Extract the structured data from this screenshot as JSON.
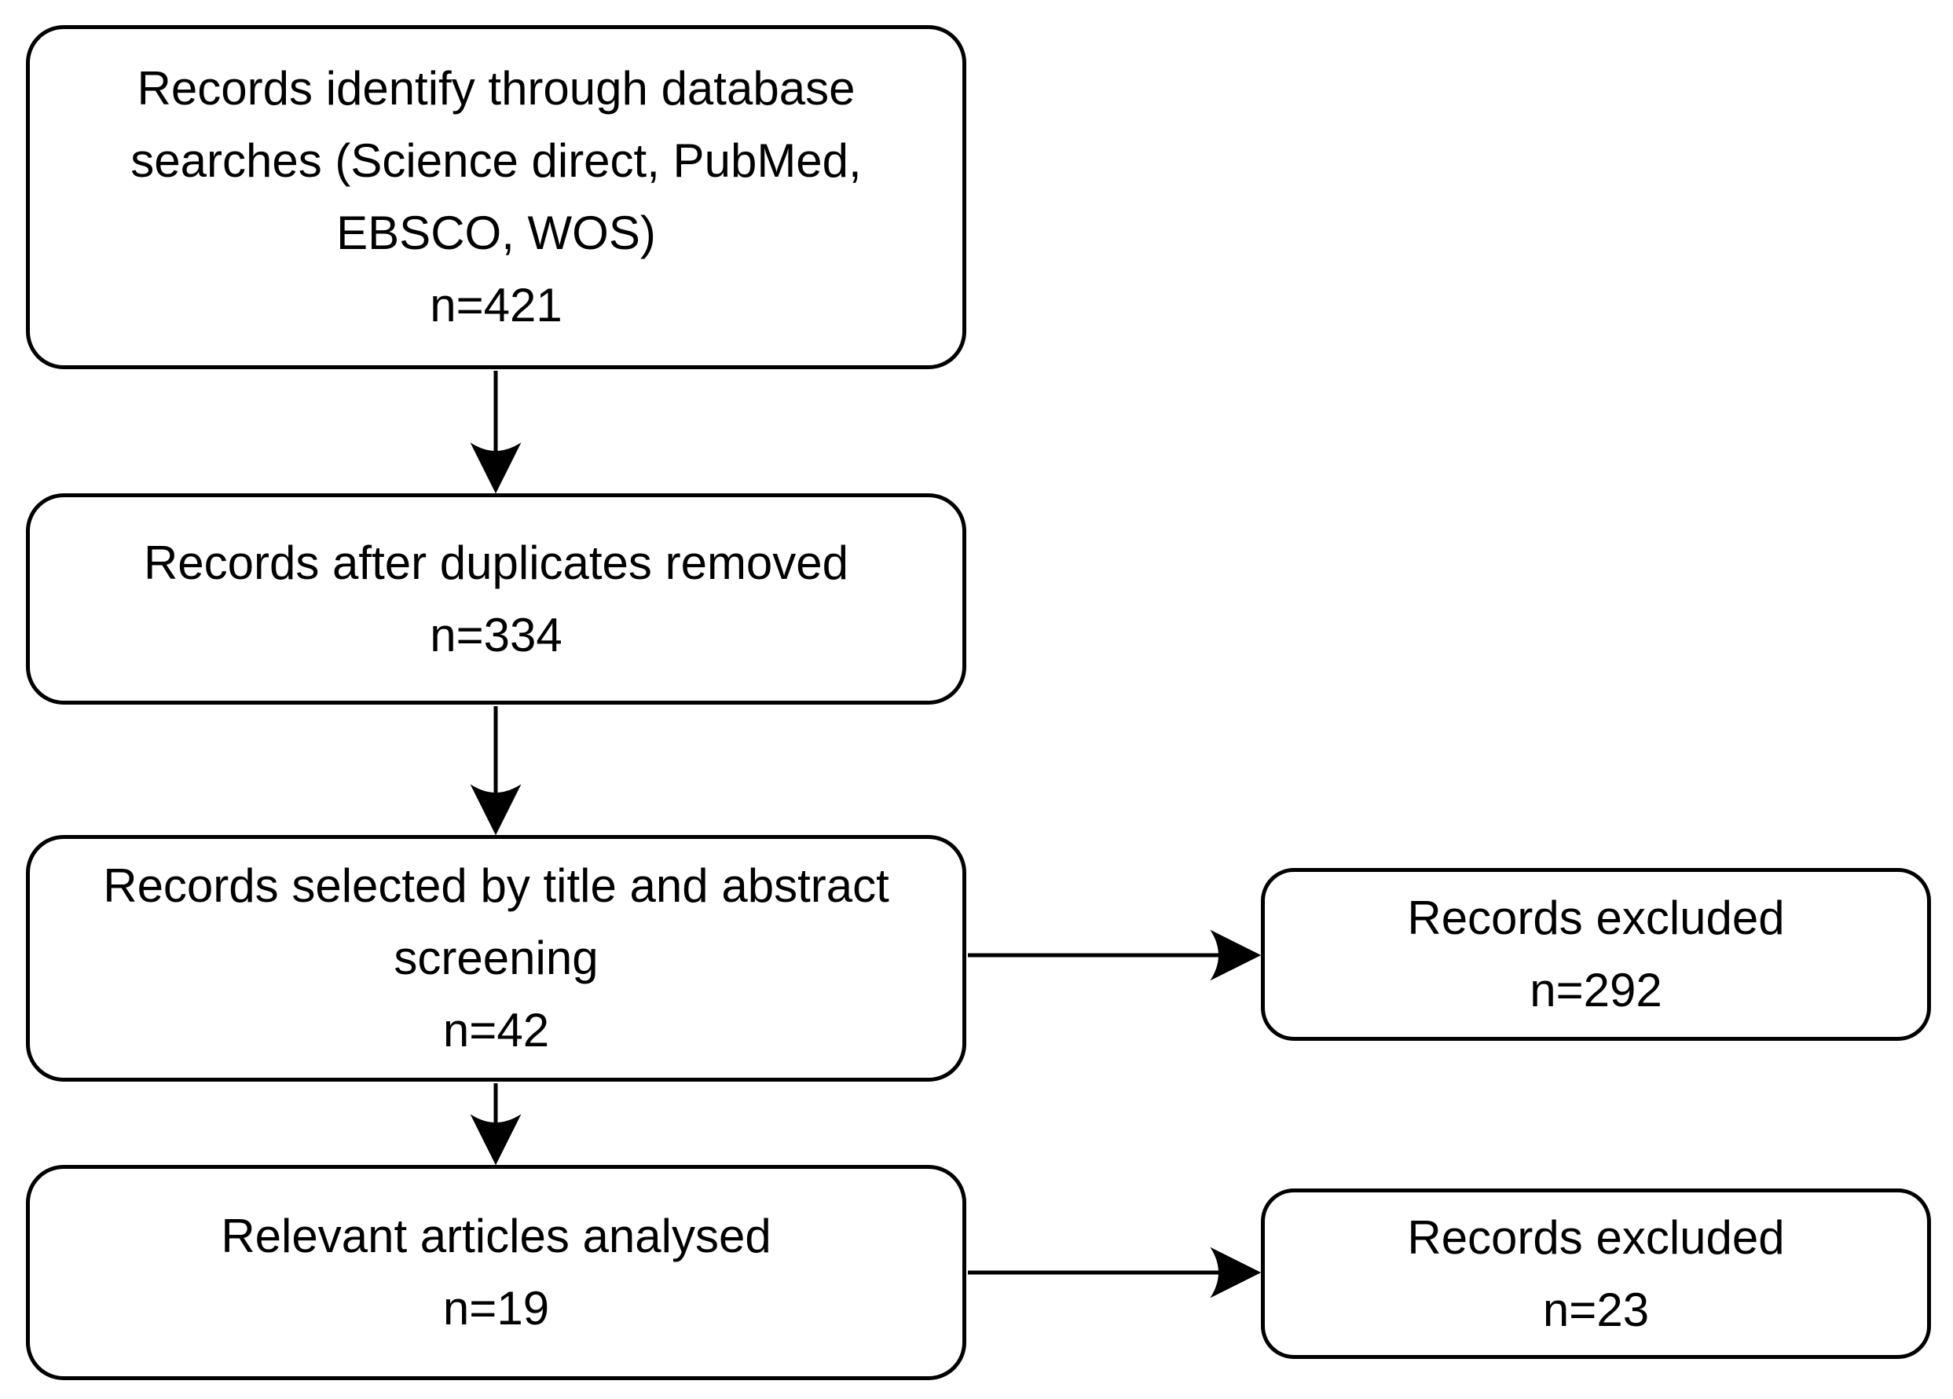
{
  "diagram": {
    "type": "flowchart",
    "background_color": "#ffffff",
    "line_color": "#000000",
    "boxes": [
      {
        "id": "identification",
        "lines": [
          "Records identify through database",
          "searches (Science direct, PubMed,",
          "EBSCO, WOS)",
          "n=421"
        ],
        "count": 421
      },
      {
        "id": "duplicates-removed",
        "lines": [
          "Records after duplicates removed",
          "n=334"
        ],
        "count": 334
      },
      {
        "id": "title-abstract-screening",
        "lines": [
          "Records selected by title and abstract",
          "screening",
          "n=42"
        ],
        "count": 42
      },
      {
        "id": "relevant-analysed",
        "lines": [
          "Relevant articles analysed",
          "n=19"
        ],
        "count": 19
      },
      {
        "id": "excluded-screening",
        "lines": [
          "Records excluded",
          "n=292"
        ],
        "count": 292
      },
      {
        "id": "excluded-analysis",
        "lines": [
          "Records excluded",
          "n=23"
        ],
        "count": 23
      }
    ],
    "connections": [
      {
        "from": "identification",
        "to": "duplicates-removed"
      },
      {
        "from": "duplicates-removed",
        "to": "title-abstract-screening"
      },
      {
        "from": "title-abstract-screening",
        "to": "relevant-analysed"
      },
      {
        "from": "title-abstract-screening",
        "to": "excluded-screening"
      },
      {
        "from": "relevant-analysed",
        "to": "excluded-analysis"
      }
    ]
  }
}
